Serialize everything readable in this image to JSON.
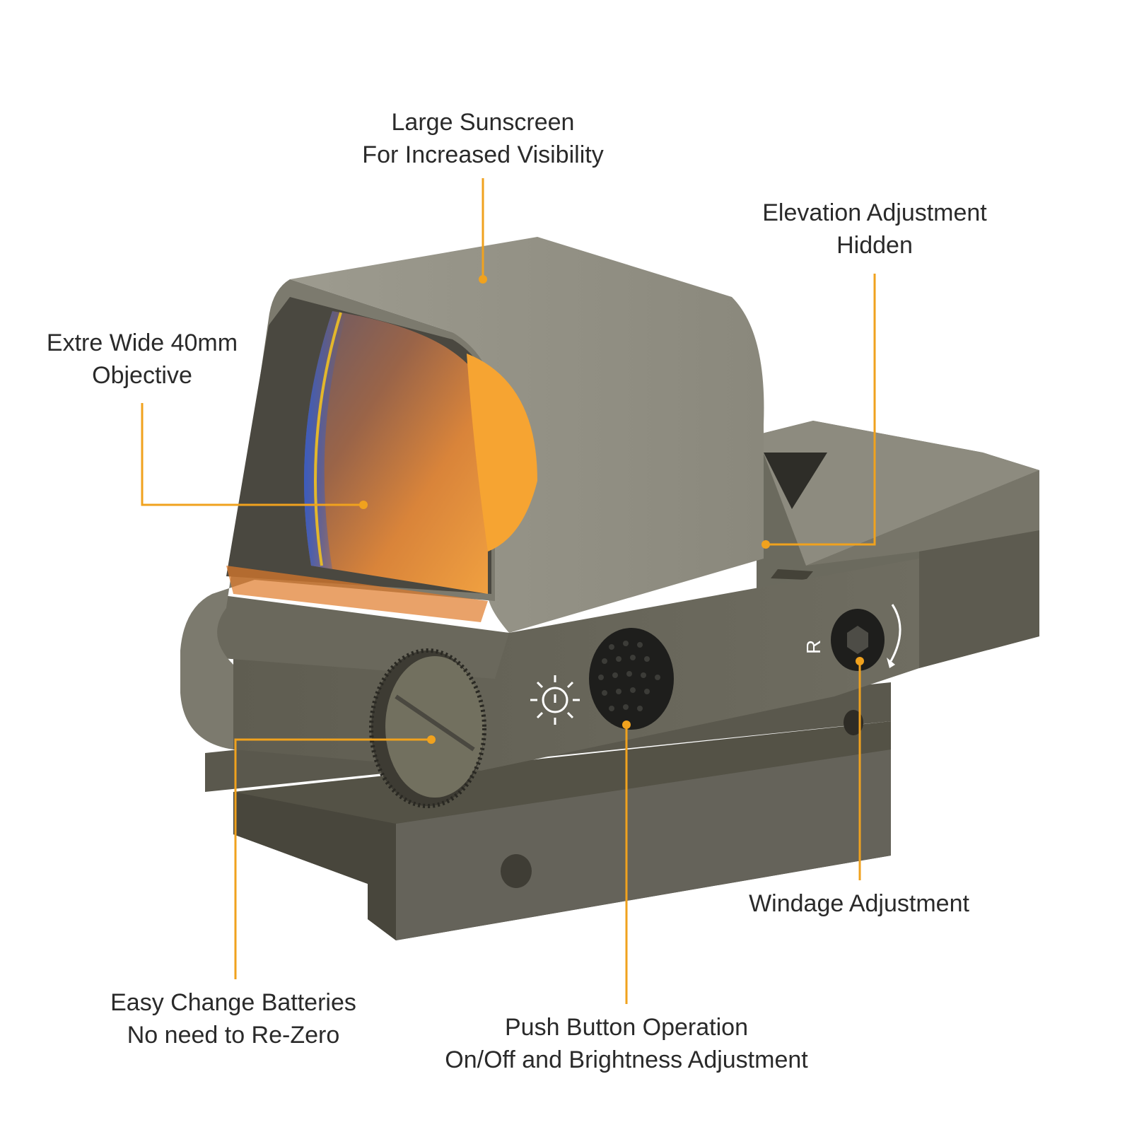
{
  "callouts": {
    "sunscreen": {
      "line1": "Large Sunscreen",
      "line2": "For Increased Visibility"
    },
    "elevation": {
      "line1": "Elevation Adjustment",
      "line2": "Hidden"
    },
    "objective": {
      "line1": "Extre Wide 40mm",
      "line2": "Objective"
    },
    "windage": {
      "line1": "Windage Adjustment"
    },
    "batteries": {
      "line1": "Easy Change Batteries",
      "line2": "No need to Re-Zero"
    },
    "push_button": {
      "line1": "Push Button Operation",
      "line2": "On/Off and Brightness Adjustment"
    }
  },
  "product": {
    "side_marking": "R"
  },
  "colors": {
    "leader_line": "#f0a21e",
    "body": "#6f6d60",
    "lens": "#f5a035",
    "text": "#2a2a2a"
  }
}
